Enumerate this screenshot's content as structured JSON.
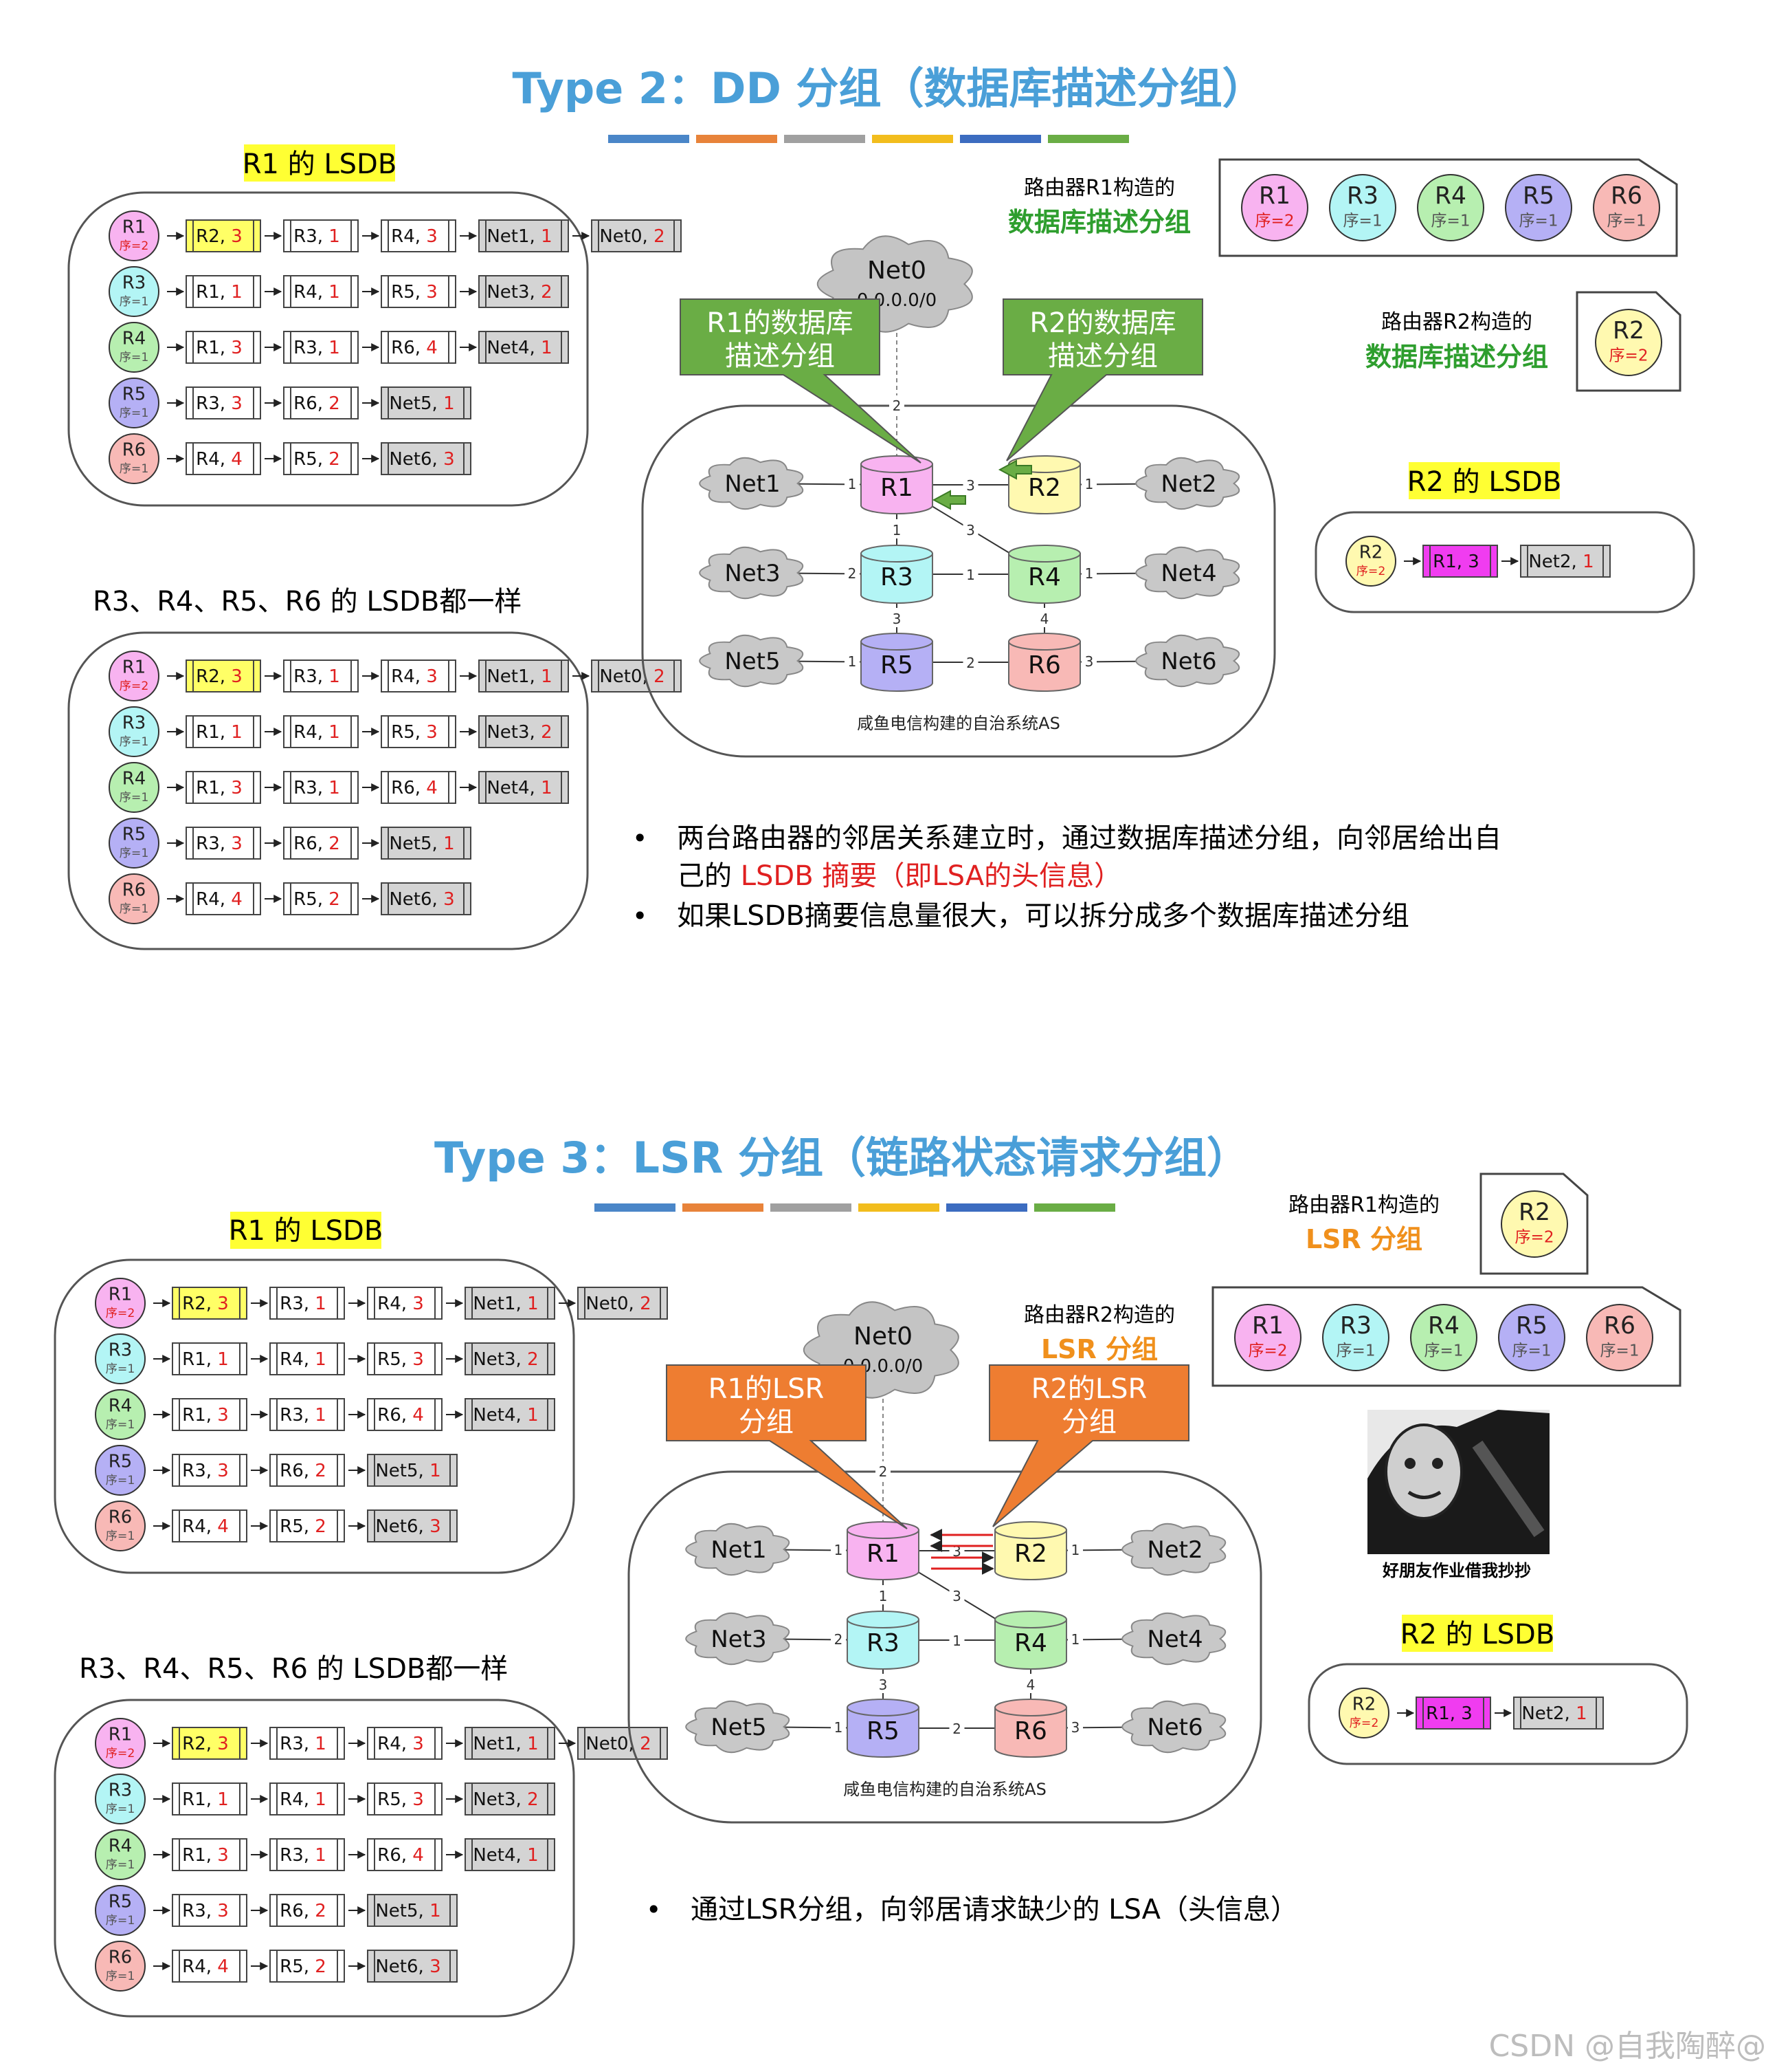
{
  "colors": {
    "title": "#4a9fd8",
    "bars": [
      "#4a86c8",
      "#e8833a",
      "#a0a0a0",
      "#f2bd1d",
      "#3c6cc0",
      "#6aad45"
    ],
    "highlight": "#ffff33",
    "greenCallout": "#6aad45",
    "orangeCallout": "#ee7d31",
    "greenText": "#2e9e2e",
    "orangeText": "#f0901c",
    "red": "#e02020",
    "node": {
      "R1": "#f8b3f0",
      "R2": "#fff9b0",
      "R3": "#b3f5f5",
      "R4": "#b7efb0",
      "R5": "#b5b0f5",
      "R6": "#f8b9b6"
    }
  },
  "lsdb_rows": [
    {
      "head": {
        "name": "R1",
        "seq": "序=2",
        "seqRed": true
      },
      "items": [
        {
          "n": "R2,",
          "v": "3",
          "style": "yellow"
        },
        {
          "n": "R3,",
          "v": "1"
        },
        {
          "n": "R4,",
          "v": "3"
        },
        {
          "n": "Net1,",
          "v": "1",
          "style": "gray"
        },
        {
          "n": "Net0,",
          "v": "2",
          "style": "gray"
        }
      ]
    },
    {
      "head": {
        "name": "R3",
        "seq": "序=1"
      },
      "items": [
        {
          "n": "R1,",
          "v": "1"
        },
        {
          "n": "R4,",
          "v": "1"
        },
        {
          "n": "R5,",
          "v": "3"
        },
        {
          "n": "Net3,",
          "v": "2",
          "style": "gray"
        }
      ]
    },
    {
      "head": {
        "name": "R4",
        "seq": "序=1"
      },
      "items": [
        {
          "n": "R1,",
          "v": "3"
        },
        {
          "n": "R3,",
          "v": "1"
        },
        {
          "n": "R6,",
          "v": "4"
        },
        {
          "n": "Net4,",
          "v": "1",
          "style": "gray"
        }
      ]
    },
    {
      "head": {
        "name": "R5",
        "seq": "序=1"
      },
      "items": [
        {
          "n": "R3,",
          "v": "3"
        },
        {
          "n": "R6,",
          "v": "2"
        },
        {
          "n": "Net5,",
          "v": "1",
          "style": "gray"
        }
      ]
    },
    {
      "head": {
        "name": "R6",
        "seq": "序=1"
      },
      "items": [
        {
          "n": "R4,",
          "v": "4"
        },
        {
          "n": "R5,",
          "v": "2"
        },
        {
          "n": "Net6,",
          "v": "3",
          "style": "gray"
        }
      ]
    }
  ],
  "r2_lsdb": {
    "head": {
      "name": "R2",
      "seq": "序=2",
      "seqRed": true
    },
    "items": [
      {
        "n": "R1,",
        "v": "3",
        "style": "magenta"
      },
      {
        "n": "Net2,",
        "v": "1",
        "style": "gray"
      }
    ]
  },
  "network": {
    "routers": [
      "R1",
      "R2",
      "R3",
      "R4",
      "R5",
      "R6"
    ],
    "nets": [
      "Net1",
      "Net2",
      "Net3",
      "Net4",
      "Net5",
      "Net6"
    ],
    "cloud": {
      "name": "Net0",
      "addr": "0.0.0.0/0"
    },
    "caption": "咸鱼电信构建的自治系统AS",
    "costs": {
      "net0_r1": "2",
      "r1_r2": "3",
      "r1_r4": "3",
      "r1_r3": "1",
      "r3_r4": "1",
      "r3_r5": "3",
      "r4_r6": "4",
      "r5_r6": "2",
      "net1_r1": "1",
      "net2_r2": "1",
      "net3_r3": "2",
      "net4_r4": "1",
      "net5_r5": "1",
      "net6_r6": "3"
    }
  },
  "dd_packet": [
    {
      "name": "R1",
      "seq": "序=2",
      "seqRed": true
    },
    {
      "name": "R3",
      "seq": "序=1"
    },
    {
      "name": "R4",
      "seq": "序=1"
    },
    {
      "name": "R5",
      "seq": "序=1"
    },
    {
      "name": "R6",
      "seq": "序=1"
    }
  ],
  "r2_packet": [
    {
      "name": "R2",
      "seq": "序=2",
      "seqRed": true
    }
  ],
  "section1": {
    "title": "Type 2：DD 分组（数据库描述分组）",
    "r1_lsdb_label": "R1 的 LSDB",
    "others_label": "R3、R4、R5、R6 的 LSDB都一样",
    "r2_lsdb_label": "R2 的 LSDB",
    "r1_builds_1": "路由器R1构造的",
    "r1_builds_2": "数据库描述分组",
    "r2_builds_1": "路由器R2构造的",
    "r2_builds_2": "数据库描述分组",
    "callout_left": [
      "R1的数据库",
      "描述分组"
    ],
    "callout_right": [
      "R2的数据库",
      "描述分组"
    ],
    "bullet1_a": "两台路由器的邻居关系建立时，通过数据库描述分组，向邻居给出自",
    "bullet1_b": "己的 ",
    "bullet1_red": "LSDB 摘要（即LSA的头信息）",
    "bullet2": "如果LSDB摘要信息量很大，可以拆分成多个数据库描述分组"
  },
  "section2": {
    "title": "Type 3：LSR 分组（链路状态请求分组）",
    "r1_lsdb_label": "R1 的 LSDB",
    "others_label": "R3、R4、R5、R6 的 LSDB都一样",
    "r2_lsdb_label": "R2 的 LSDB",
    "r1_builds_1": "路由器R1构造的",
    "r1_builds_2": "LSR 分组",
    "r2_builds_1": "路由器R2构造的",
    "r2_builds_2": "LSR 分组",
    "callout_left": [
      "R1的LSR",
      "分组"
    ],
    "callout_right": [
      "R2的LSR",
      "分组"
    ],
    "meme_caption": "好朋友作业借我抄抄",
    "bullet1": "通过LSR分组，向邻居请求缺少的 LSA（头信息）"
  },
  "watermark": "CSDN @自我陶醉@"
}
